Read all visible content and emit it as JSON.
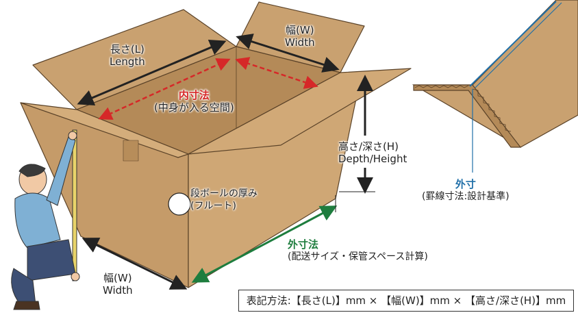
{
  "labels": {
    "length_jp": "長さ(L)",
    "length_en": "Length",
    "width_top_jp": "幅(W)",
    "width_top_en": "Width",
    "inner_title": "内寸法",
    "inner_sub": "(中身が入る空間)",
    "height_jp": "高さ/深さ(H)",
    "height_en": "Depth/Height",
    "flute_jp": "段ボールの厚み",
    "flute_sub": "(フルート)",
    "outer_title": "外寸法",
    "outer_sub": "(配送サイズ・保管スペース計算)",
    "width_bottom_jp": "幅(W)",
    "width_bottom_en": "Width",
    "crease_title": "外寸",
    "crease_sub": "(罫線寸法:設計基準)"
  },
  "notation": "表記方法:【長さ(L)】mm × 【幅(W)】mm × 【高さ/深さ(H)】mm",
  "colors": {
    "cardboard": "#c9a170",
    "cardboard_dark": "#b48a58",
    "inner_arrow": "#d62828",
    "outer_arrow": "#1e7d3e",
    "crease_line": "#1f6fa8"
  }
}
